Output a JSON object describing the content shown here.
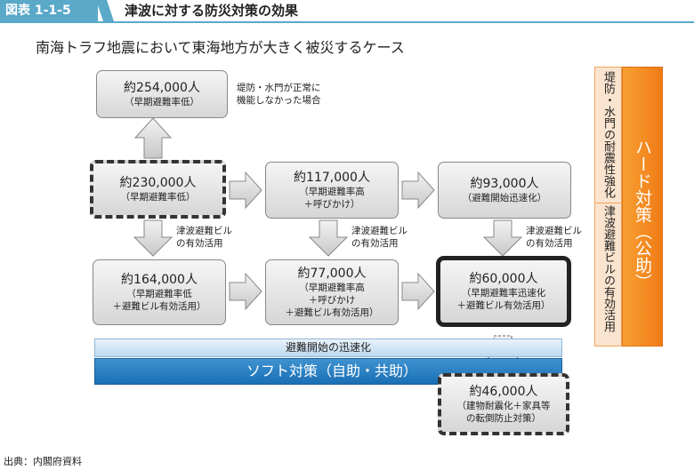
{
  "header": {
    "figure_label": "図表 1-1-5",
    "title": "津波に対する防災対策の効果"
  },
  "subtitle": "南海トラフ地震において東海地方が大きく被災するケース",
  "boxes": {
    "top": {
      "num": "約254,000人",
      "desc": "（早期避難率低）"
    },
    "r1c1": {
      "num": "約230,000人",
      "desc": "（早期避難率低）"
    },
    "r1c2": {
      "num": "約117,000人",
      "desc1": "（早期避難率高",
      "desc2": "＋呼びかけ）"
    },
    "r1c3": {
      "num": "約93,000人",
      "desc": "（避難開始迅速化）"
    },
    "r2c1": {
      "num": "約164,000人",
      "desc1": "（早期避難率低",
      "desc2": "＋避難ビル有効活用）"
    },
    "r2c2": {
      "num": "約77,000人",
      "desc1": "（早期避難率高",
      "desc2": "＋呼びかけ",
      "desc3": "＋避難ビル有効活用）"
    },
    "r2c3": {
      "num": "約60,000人",
      "desc1": "（早期避難率迅速化",
      "desc2": "＋避難ビル有効活用）"
    },
    "bottom": {
      "num": "約46,000人",
      "desc1": "（建物耐震化＋家具等",
      "desc2": "の転倒防止対策）"
    }
  },
  "notes": {
    "top_note1": "堤防・水門が正常に",
    "top_note2": "機能しなかった場合",
    "down_note_l1": "津波避難ビル",
    "down_note_l2": "の有効活用"
  },
  "bars": {
    "evac": "避難開始の迅速化",
    "soft": "ソフト対策（自助・共助）"
  },
  "side": {
    "col1a": "堤防・水門の耐震性強化",
    "col1b": "津波避難ビルの有効活用",
    "col2": "ハード対策（公助）"
  },
  "source": "出典：内閣府資料",
  "colors": {
    "accent": "#5aa9c8",
    "hard": "#f5891f",
    "soft": "#1f74b8"
  }
}
